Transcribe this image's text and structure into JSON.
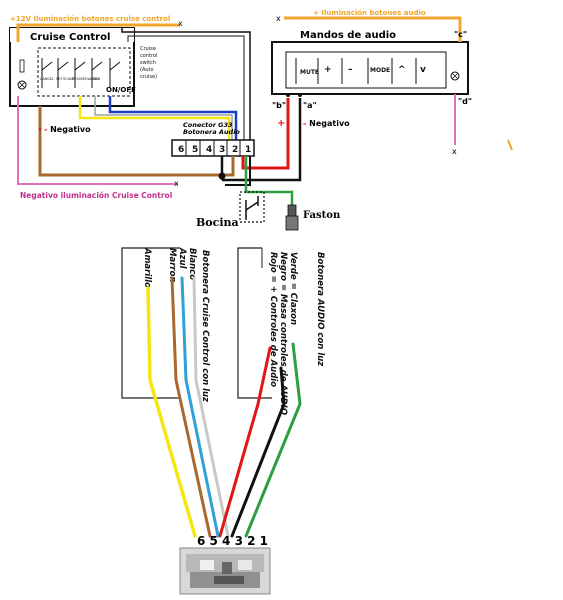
{
  "top": {
    "cruise_illum_label": "+12V Iluminación botones cruise control",
    "cruise_box_title": "Cruise Control",
    "cruise_buttons": [
      "CANCEL",
      "SET/COAST",
      "RESUME/ACCEL",
      "MAIN",
      "ON/OFF"
    ],
    "cruise_onoff": "ON/OFF",
    "cruise_switch_note": [
      "Cruise",
      "control",
      "switch",
      "(Auto",
      "cruise)"
    ],
    "cruise_negative_label": "Negativo",
    "connector_label": [
      "Conector G33",
      "Botonera Audio"
    ],
    "connector_pins": [
      "6",
      "5",
      "4",
      "3",
      "2",
      "1"
    ],
    "audio_illum_label": "+ Iluminación  botones audio",
    "audio_box_title": "Mandos de audio",
    "audio_buttons": [
      "MUTE",
      "+",
      "–",
      "MODE",
      "^",
      "v"
    ],
    "terminal_b": "\"b\"",
    "terminal_a": "\"a\"",
    "terminal_c": "\"c\"",
    "terminal_d": "\"d\"",
    "plus_sign": "+",
    "minus_sign": "-",
    "audio_negative_label": "Negativo",
    "negativo_illum_label": "Negativo iluminación Cruise Control",
    "horn_label": "Bocina",
    "faston_label": "Faston",
    "x_mark": "x"
  },
  "bottom": {
    "left_caption": [
      "Botonera Cruise Control con luz"
    ],
    "left_wires": [
      "Amarillo",
      "Marron",
      "Azul",
      "Blanco"
    ],
    "right_caption": "Botonera AUDIO con luz",
    "right_wires": [
      "Verde = Claxon",
      "Negro = Masa controles de AUDIO",
      "Rojo = + Controles de Audio"
    ],
    "pin_numbers": "6 5 4 3 2 1"
  },
  "colors": {
    "orange": "#f0a52c",
    "pink": "#e070b8",
    "brown": "#a8682e",
    "blue": "#1a3ec8",
    "yellow": "#f5e611",
    "red": "#e01616",
    "green": "#2ca040",
    "black": "#111111",
    "lightblue": "#30a0d8",
    "grey": "#c8c8c8"
  }
}
